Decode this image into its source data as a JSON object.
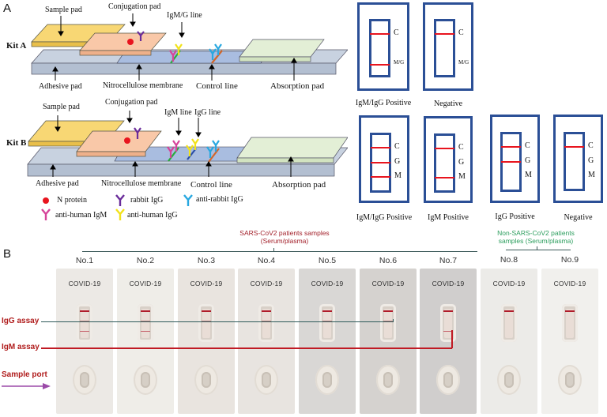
{
  "panel_a": {
    "letter": "A",
    "kit_a": {
      "label": "Kit A",
      "callouts": {
        "sample_pad": "Sample pad",
        "conjugation_pad": "Conjugation pad",
        "igmg_line": "IgM/G line",
        "adhesive_pad": "Adhesive pad",
        "nitrocellulose": "Nitrocellulose membrane",
        "control_line": "Control line",
        "absorption_pad": "Absorption pad"
      },
      "results": [
        {
          "title": "IgM/IgG Positive",
          "marks": [
            "C",
            "M/G"
          ],
          "lines": [
            "C",
            "M/G"
          ]
        },
        {
          "title": "Negative",
          "marks": [
            "C",
            "M/G"
          ],
          "lines": [
            "C"
          ]
        }
      ]
    },
    "kit_b": {
      "label": "Kit B",
      "callouts": {
        "sample_pad": "Sample pad",
        "conjugation_pad": "Conjugation pad",
        "igm_line": "IgM line",
        "igg_line": "IgG line",
        "adhesive_pad": "Adhesive pad",
        "nitrocellulose": "Nitrocellulose membrane",
        "control_line": "Control line",
        "absorption_pad": "Absorption pad"
      },
      "results": [
        {
          "title": "IgM/IgG Positive",
          "marks": [
            "C",
            "G",
            "M"
          ],
          "lines": [
            "C",
            "G",
            "M"
          ]
        },
        {
          "title": "IgM Positive",
          "marks": [
            "C",
            "G",
            "M"
          ],
          "lines": [
            "C",
            "M"
          ]
        },
        {
          "title": "IgG Positive",
          "marks": [
            "C",
            "G",
            "M"
          ],
          "lines": [
            "C",
            "G"
          ]
        },
        {
          "title": "Negative",
          "marks": [
            "C",
            "G",
            "M"
          ],
          "lines": [
            "C"
          ]
        }
      ]
    },
    "legend": [
      {
        "symbol": "dot",
        "color": "#e8141e",
        "label": "N protein"
      },
      {
        "symbol": "antibody",
        "color": "#6a2c9a",
        "label": "rabbit IgG"
      },
      {
        "symbol": "antibody",
        "color": "#29a8e0",
        "label": "anti-rabbit IgG"
      },
      {
        "symbol": "antibody",
        "color": "#d6449a",
        "label": "anti-human IgM"
      },
      {
        "symbol": "antibody",
        "color": "#f2e21a",
        "label": "anti-human IgG"
      }
    ],
    "colors": {
      "sample_pad": "#f8d774",
      "conjugation_pad": "#f9c8a8",
      "membrane": "#a9bde0",
      "absorption_pad": "#e3efd6",
      "backing": "#b7c4d6",
      "cassette_border": "#2b4f96",
      "result_line": "#e8141e"
    }
  },
  "panel_b": {
    "letter": "B",
    "group_sars": "SARS-CoV2 patients samples (Serum/plasma)",
    "group_non_sars": "Non-SARS-CoV2 patients samples (Serum/plasma)",
    "group_sars_color": "#a3212b",
    "group_non_sars_color": "#2a9d5c",
    "side_labels": {
      "igg": "IgG assay",
      "igm": "IgM assay",
      "port": "Sample port"
    },
    "brand": "COVID-19",
    "samples": [
      {
        "no": "No.1",
        "group": "SARS-CoV2",
        "igg": true,
        "igm": true
      },
      {
        "no": "No.2",
        "group": "SARS-CoV2",
        "igg": true,
        "igm": true
      },
      {
        "no": "No.3",
        "group": "SARS-CoV2",
        "igg": true,
        "igm": false
      },
      {
        "no": "No.4",
        "group": "SARS-CoV2",
        "igg": true,
        "igm": false
      },
      {
        "no": "No.5",
        "group": "SARS-CoV2",
        "igg": true,
        "igm": false
      },
      {
        "no": "No.6",
        "group": "SARS-CoV2",
        "igg": true,
        "igm": false
      },
      {
        "no": "No.7",
        "group": "SARS-CoV2",
        "igg": false,
        "igm": true
      },
      {
        "no": "No.8",
        "group": "Non-SARS-CoV2",
        "igg": false,
        "igm": false
      },
      {
        "no": "No.9",
        "group": "Non-SARS-CoV2",
        "igg": false,
        "igm": false
      }
    ]
  }
}
